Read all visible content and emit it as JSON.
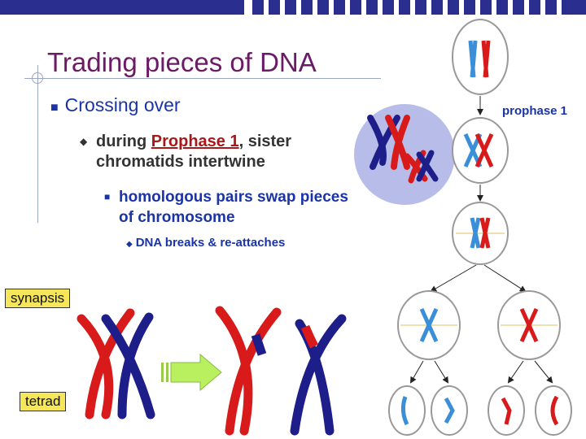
{
  "title": "Trading pieces of DNA",
  "bullets": {
    "level1": "Crossing over",
    "level2_prefix": "during ",
    "level2_highlight": "Prophase 1",
    "level2_suffix": ", sister chromatids intertwine",
    "level3": "homologous pairs swap pieces of chromosome",
    "level4": "DNA breaks & re-attaches"
  },
  "labels": {
    "synapsis": "synapsis",
    "tetrad": "tetrad",
    "prophase": "prophase 1"
  },
  "colors": {
    "title": "#6b1a66",
    "bullet": "#1a34a8",
    "highlight": "#a81818",
    "chromosome_red": "#d81a1a",
    "chromosome_blue": "#1e1e8a",
    "label_box": "#f5e65a",
    "arrow_green": "#b8f060"
  }
}
